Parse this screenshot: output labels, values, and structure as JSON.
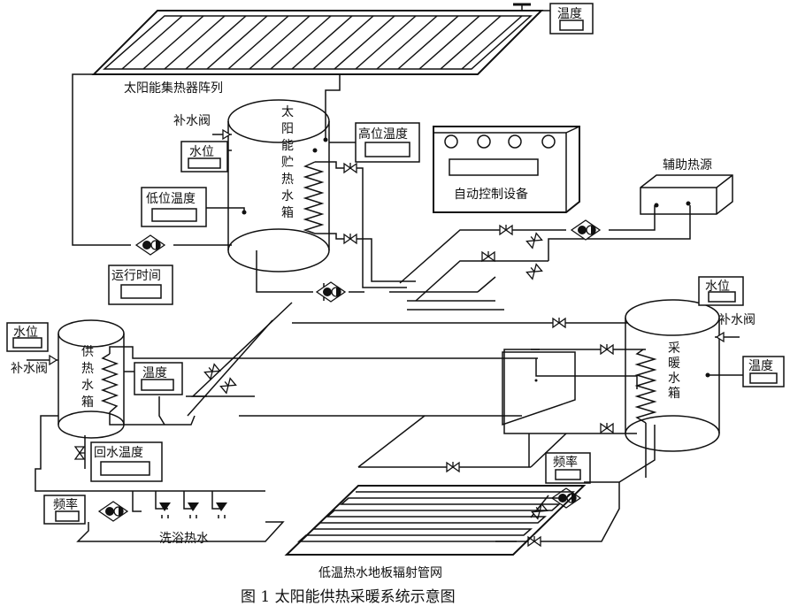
{
  "caption": "图 1  太阳能供热采暖系统示意图",
  "collector": {
    "label": "太阳能集热器阵列"
  },
  "storage_tank": {
    "label_chars": [
      "太",
      "阳",
      "能",
      "贮",
      "热",
      "水",
      "箱"
    ]
  },
  "supply_tank": {
    "label_chars": [
      "供",
      "热",
      "水",
      "箱"
    ]
  },
  "heating_tank": {
    "label_chars": [
      "采",
      "暖",
      "水",
      "箱"
    ]
  },
  "labels": {
    "temp_top": "温度",
    "makeup_valve_1": "补水阀",
    "water_level_1": "水位",
    "low_temp": "低位温度",
    "high_temp": "高位温度",
    "auto_control": "自动控制设备",
    "aux_heat": "辅助热源",
    "run_time": "运行时间",
    "water_level_2": "水位",
    "makeup_valve_2": "补水阀",
    "temp_supply": "温度",
    "return_temp": "回水温度",
    "freq_left": "频率",
    "shower": "洗浴热水",
    "water_level_3": "水位",
    "makeup_valve_3": "补水阀",
    "temp_right": "温度",
    "freq_right": "频率",
    "floor_heating": "低温热水地板辐射管网"
  }
}
